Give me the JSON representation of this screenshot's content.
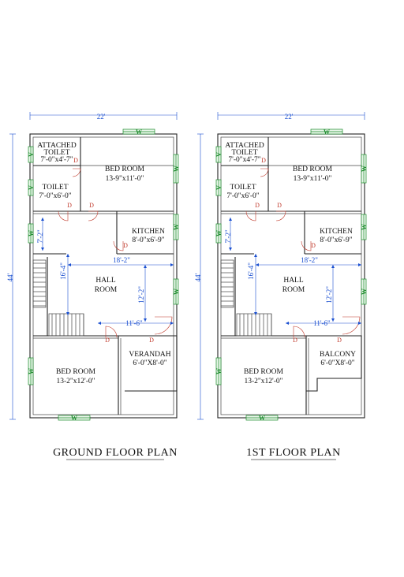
{
  "plans": [
    {
      "id": "ground",
      "title": "GROUND  FLOOR PLAN",
      "overall_width": "22'",
      "overall_depth": "44'",
      "rooms": {
        "attached_toilet": [
          "ATTACHED",
          "TOILET",
          "7'-0\"x4'-7\""
        ],
        "bed_room_top": [
          "BED ROOM",
          "13-9\"x11'-0\""
        ],
        "toilet": [
          "TOILET",
          "7'-0\"x6'-0\""
        ],
        "kitchen": [
          "KITCHEN",
          "8'-0\"x6'-9\""
        ],
        "hall": [
          "HALL",
          "ROOM"
        ],
        "bed_room_bottom": [
          "BED ROOM",
          "13-2\"x12'-0\""
        ],
        "front_space": [
          "VERANDAH",
          "6'-0\"X8'-0\""
        ]
      },
      "dims": {
        "left_seven_two": "7'-2\"",
        "stair_sixteen_four": "16'-4\"",
        "hall_width": "18'-2\"",
        "hall_vertical": "12'-2\"",
        "hall_lower": "11'-6\""
      }
    },
    {
      "id": "first",
      "title": "1ST FLOOR PLAN",
      "overall_width": "22'",
      "overall_depth": "44'",
      "rooms": {
        "attached_toilet": [
          "ATTACHED",
          "TOILET",
          "7'-0\"x4'-7\""
        ],
        "bed_room_top": [
          "BED ROOM",
          "13-9\"x11'-0\""
        ],
        "toilet": [
          "TOILET",
          "7'-0\"x6'-0\""
        ],
        "kitchen": [
          "KITCHEN",
          "8'-0\"x6'-9\""
        ],
        "hall": [
          "HALL",
          "ROOM"
        ],
        "bed_room_bottom": [
          "BED ROOM",
          "13-2\"x12'-0\""
        ],
        "front_space": [
          "BALCONY",
          "6'-0\"X8'-0\""
        ]
      },
      "dims": {
        "left_seven_two": "7'-2\"",
        "stair_sixteen_four": "16'-4\"",
        "hall_width": "18'-2\"",
        "hall_vertical": "12'-2\"",
        "hall_lower": "11'-6\""
      }
    }
  ],
  "window_label": "W",
  "vent_label": "V",
  "door_label": "D",
  "colors": {
    "wall": "#222222",
    "dimension": "#1a4fd0",
    "window": "#1a8a2a",
    "door": "#c0392b"
  }
}
